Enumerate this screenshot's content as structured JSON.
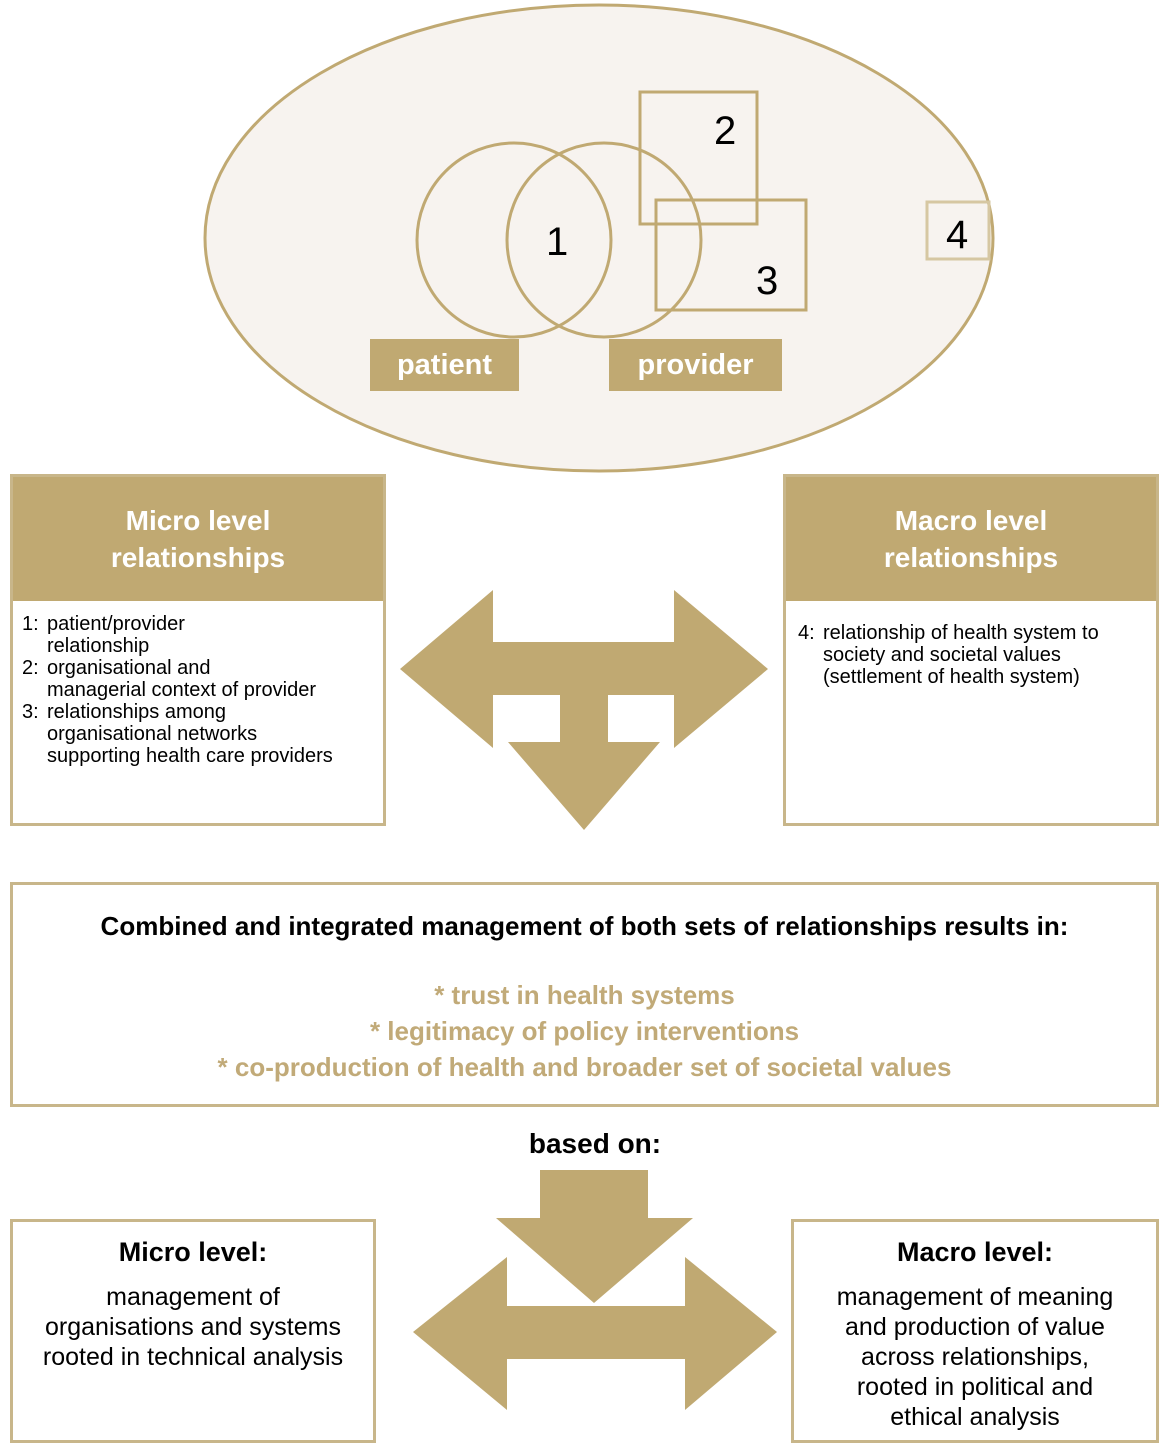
{
  "diagram": {
    "numbers": {
      "n1": "1",
      "n2": "2",
      "n3": "3",
      "n4": "4"
    },
    "labels": {
      "patient": "patient",
      "provider": "provider"
    }
  },
  "micro_relationships": {
    "title_line1": "Micro level",
    "title_line2": "relationships",
    "items": [
      {
        "num": "1:",
        "lines": [
          "patient/provider",
          "relationship"
        ]
      },
      {
        "num": "2:",
        "lines": [
          "organisational and",
          "managerial context of provider"
        ]
      },
      {
        "num": "3:",
        "lines": [
          "relationships among",
          "organisational networks",
          "supporting health care  providers"
        ]
      }
    ]
  },
  "macro_relationships": {
    "title_line1": "Macro level",
    "title_line2": "relationships",
    "items": [
      {
        "num": "4:",
        "lines": [
          "relationship of health system to",
          "society and societal values",
          "(settlement of health system)"
        ]
      }
    ]
  },
  "combined": {
    "heading": "Combined and integrated management of both sets of relationships results in:",
    "results": [
      "* trust in health systems",
      "* legitimacy of policy interventions",
      "* co-production of health and broader set of societal values"
    ]
  },
  "based_on": "based on:",
  "micro_level": {
    "title": "Micro level:",
    "lines": [
      "management of",
      "organisations and systems",
      "rooted in technical analysis"
    ]
  },
  "macro_level": {
    "title": "Macro level:",
    "lines": [
      "management of meaning",
      "and production of value",
      "across relationships,",
      "rooted in political and",
      "ethical analysis"
    ]
  },
  "colors": {
    "gold": "#c0a972",
    "gold_light_text": "#c1aa78",
    "ellipse_fill": "#f7f3ef"
  }
}
